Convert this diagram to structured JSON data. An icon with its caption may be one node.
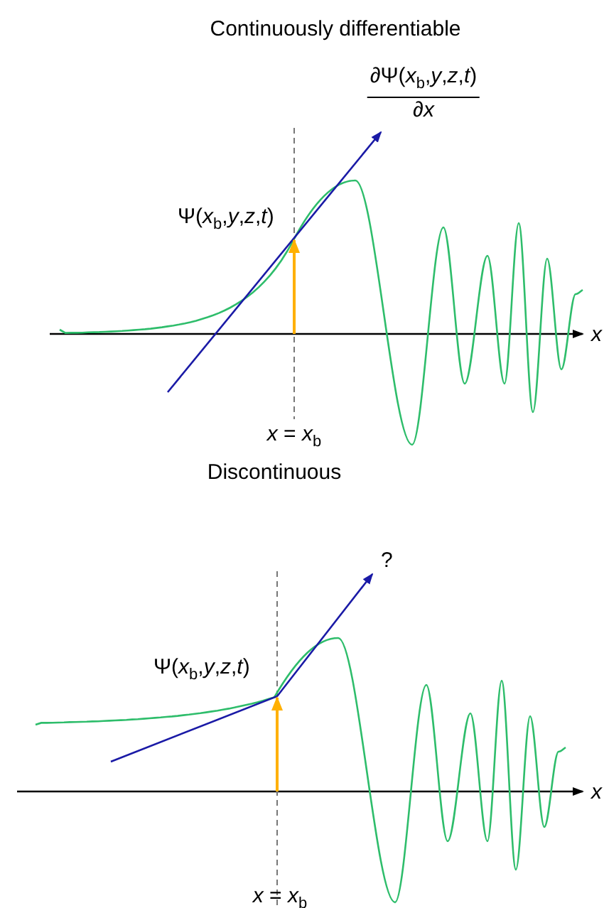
{
  "diagram": {
    "labels": [
      "Continuously differentiable",
      "∂Ψ(*x*$_{b}$,*y*,*z*,*t*)",
      "∂*x*",
      "Ψ(*x*$_{b}$,*y*,*z*,*t*)",
      "*x*",
      "*x* = *x*$_{b}$",
      "Discontinuous",
      "?",
      "Ψ(*x*$_{b}$,*y*,*z*,*t*)",
      "*x*",
      "*x* = *x*$_{b}$"
    ]
  }
}
